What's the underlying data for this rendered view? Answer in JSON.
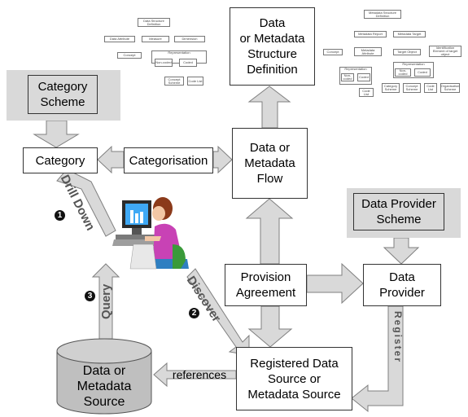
{
  "boxes": {
    "structure_def": "Data\nor Metadata\nStructure\nDefinition",
    "category_scheme": "Category\nScheme",
    "category": "Category",
    "categorisation": "Categorisation",
    "flow": "Data or\nMetadata\nFlow",
    "provider_scheme": "Data Provider\nScheme",
    "provision": "Provision\nAgreement",
    "provider": "Data\nProvider",
    "registered": "Registered Data\nSource or\nMetadata Source",
    "source": "Data or\nMetadata\nSource",
    "references": "references"
  },
  "arrow_labels": {
    "drill": "Drill Down",
    "query": "Query",
    "discover": "Discover",
    "register": "Register"
  },
  "markers": [
    "1",
    "2",
    "3"
  ],
  "colors": {
    "arrow_fill": "#d9d9d9",
    "arrow_stroke": "#7f7f7f",
    "box_border": "#333333"
  },
  "thumbnails": {
    "left": [
      "Data Structure Definition",
      "Data Attribute",
      "Measure",
      "Dimension",
      "Concept",
      "Representation",
      "Non-coded",
      "Coded",
      "Concept Scheme",
      "Code List"
    ],
    "right": [
      "Metadata Structure Definition",
      "Metadata Report",
      "Metadata Target",
      "Concept",
      "Metadata Attribute",
      "Target Object",
      "Identification Element of target object",
      "Representation",
      "Representation",
      "Non-coded",
      "Coded",
      "Non-coded",
      "Coded",
      "Code List",
      "Category Scheme",
      "Concept Scheme",
      "Code List",
      "Organisation Scheme"
    ]
  }
}
